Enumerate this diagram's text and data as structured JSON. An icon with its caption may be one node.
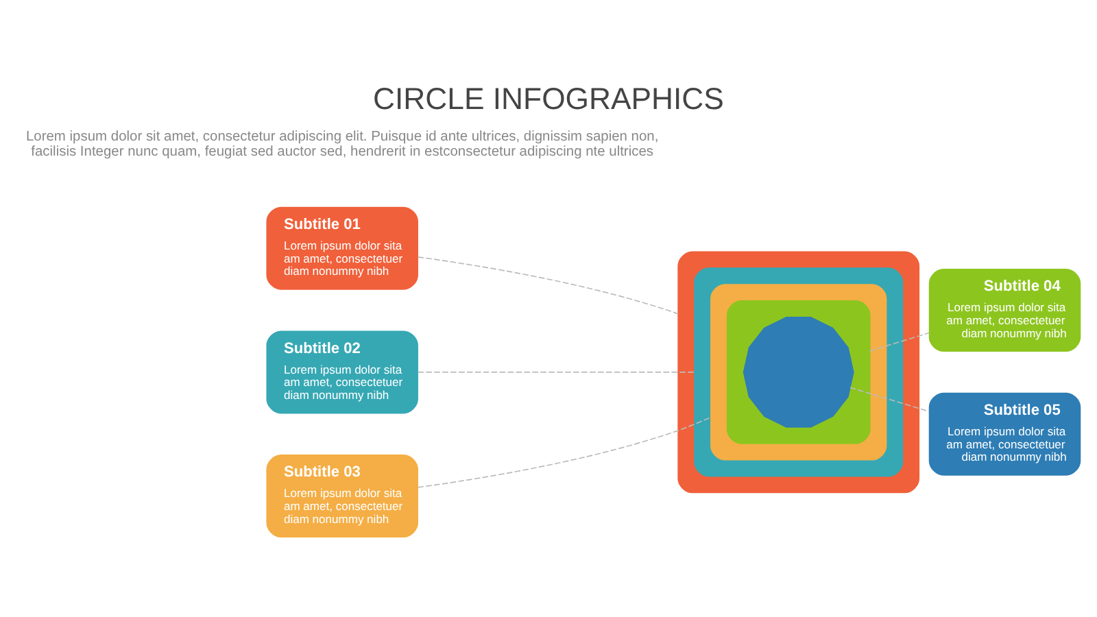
{
  "diagram": {
    "title": "CIRCLE INFOGRAPHICS",
    "nodes": [
      {
        "text": [
          "Subtitle 01",
          "Lorem ipsum dolor sita am amet, consectetuer diam nonummy nibh"
        ]
      },
      {
        "text": [
          "Subtitle 02",
          "Lorem ipsum dolor sita am amet, consectetuer diam nonummy nibh"
        ]
      },
      {
        "text": [
          "Subtitle 03",
          "Lorem ipsum dolor sita am amet, consectetuer diam nonummy nibh"
        ]
      },
      {
        "text": [
          "Subtitle 04",
          "Lorem ipsum dolor sita am amet, consectetuer diam nonummy nibh"
        ]
      },
      {
        "text": [
          "Subtitle 05",
          "Lorem ipsum dolor sita am amet, consectetuer diam nonummy nibh"
        ]
      },
      {
        "text": [],
        "shape": "polygon"
      },
      {
        "text": [],
        "shape": "polygon",
        "in": 5
      },
      {
        "text": [],
        "shape": "polygon",
        "in": 6
      },
      {
        "text": [],
        "shape": "polygon",
        "in": 7
      },
      {
        "text": [],
        "shape": "polygon",
        "in": 8
      }
    ],
    "edges": [
      {
        "from": 0,
        "to": 5,
        "arrow": "none",
        "style": "dashed"
      },
      {
        "from": 1,
        "to": 6,
        "arrow": "none",
        "style": "dashed"
      },
      {
        "from": 2,
        "to": 7,
        "arrow": "none",
        "style": "dashed"
      },
      {
        "from": 3,
        "to": 8,
        "arrow": "none",
        "style": "dashed"
      },
      {
        "from": 4,
        "to": 9,
        "arrow": "none",
        "style": "dashed"
      }
    ],
    "labels": [
      "Lorem ipsum dolor sit amet, consectetur adipiscing elit. Puisque id ante ultrices, dignissim sapien non, facilisis Integer nunc quam, feugiat sed auctor sed, hendrerit in estconsectetur adipiscing nte ultrices"
    ]
  }
}
